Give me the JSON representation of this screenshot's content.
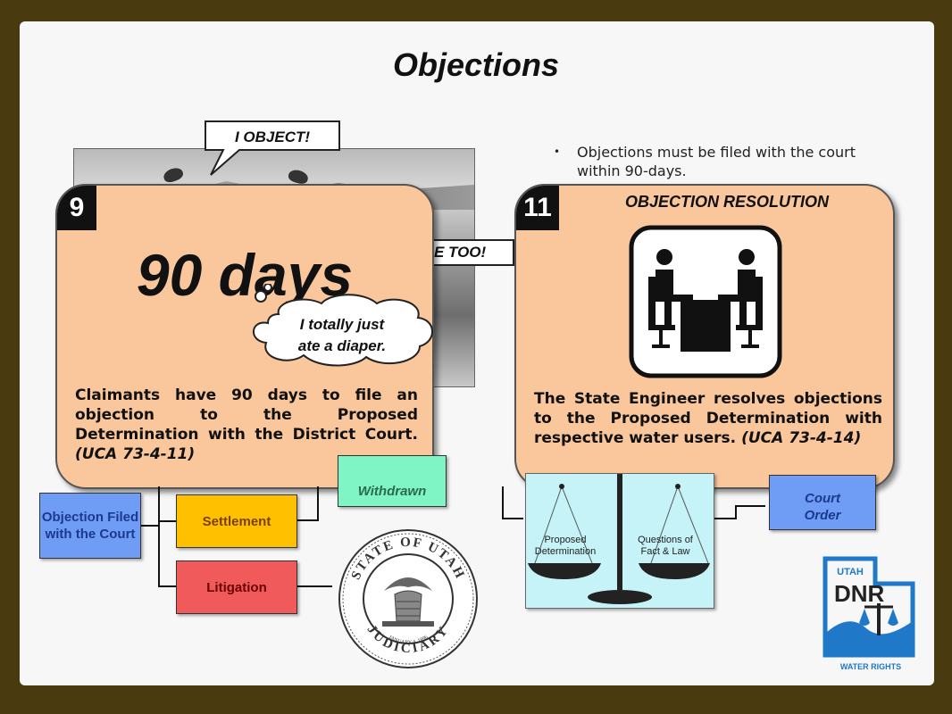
{
  "title": "Objections",
  "bullet": "Objections must be filed with the court within 90-days.",
  "callouts": {
    "object": "I OBJECT!",
    "me_too": "ME TOO!"
  },
  "card_objection": {
    "number": "9",
    "headline": "90 days",
    "description": "Claimants have 90 days to file an objection to the Proposed Determination with the District Court.",
    "citation": "(UCA 73-4-11)"
  },
  "thought_bubble": {
    "line1": "I totally just",
    "line2": "ate a diaper."
  },
  "card_resolution": {
    "number": "11",
    "heading": "OBJECTION RESOLUTION",
    "description": "The State Engineer resolves objections to the Proposed Determination with respective water users.",
    "citation": "(UCA 73-4-14)"
  },
  "flow": {
    "objection_filed": "Objection Filed with the Court",
    "settlement": "Settlement",
    "litigation": "Litigation",
    "withdrawn": "Withdrawn",
    "court_order_line1": "Court",
    "court_order_line2": "Order"
  },
  "scale": {
    "left_pan": "Proposed Determination",
    "right_pan": "Questions of Fact & Law"
  },
  "seal": {
    "top_text": "STATE OF UTAH",
    "bottom_text": "JUDICIARY",
    "date_text": "JANUARY 4, 1896"
  },
  "logo": {
    "state": "UTAH",
    "agency": "DNR",
    "division": "WATER RIGHTS"
  },
  "colors": {
    "frame": "#4a3a10",
    "card": "#f9c79b",
    "objection_box": "#6f9cf5",
    "settlement_box": "#ffc000",
    "litigation_box": "#f05a5a",
    "withdrawn_box": "#7ff5c5",
    "court_order_box": "#6f9cf5",
    "scale_bg": "#c5f3f7",
    "logo_blue": "#1f78c8"
  }
}
